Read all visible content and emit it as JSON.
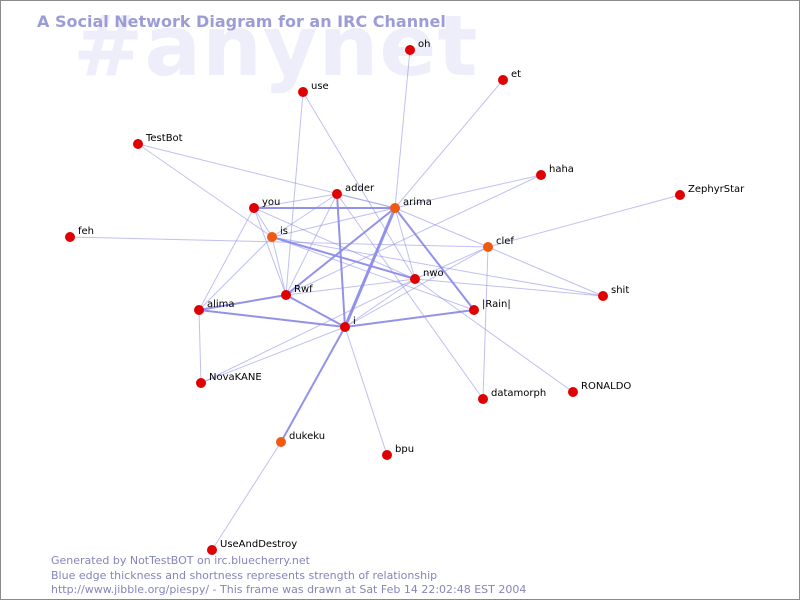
{
  "watermark": "#anynet",
  "title": "A Social Network Diagram for an IRC Channel",
  "footer": {
    "line1": "Generated by NotTestBOT on irc.bluecherry.net",
    "line2": "Blue edge thickness and shortness represents strength of relationship",
    "line3": "http://www.jibble.org/piespy/ - This frame was drawn at Sat Feb 14 22:02:48 EST 2004"
  },
  "colors": {
    "background": "#ffffff",
    "edge": "#8c8ce8",
    "node_red": "#e00000",
    "node_orange": "#f05a10",
    "title": "#9c9cd6",
    "watermark": "#eeeefb",
    "footer": "#8585bb"
  },
  "graph": {
    "nodes": [
      {
        "id": "oh",
        "label": "oh",
        "color": "red"
      },
      {
        "id": "et",
        "label": "et",
        "color": "red"
      },
      {
        "id": "use",
        "label": "use",
        "color": "red"
      },
      {
        "id": "TestBot",
        "label": "TestBot",
        "color": "red"
      },
      {
        "id": "haha",
        "label": "haha",
        "color": "red"
      },
      {
        "id": "ZephyrStar",
        "label": "ZephyrStar",
        "color": "red"
      },
      {
        "id": "adder",
        "label": "adder",
        "color": "red"
      },
      {
        "id": "arima",
        "label": "arima",
        "color": "orange"
      },
      {
        "id": "you",
        "label": "you",
        "color": "red"
      },
      {
        "id": "feh",
        "label": "feh",
        "color": "red"
      },
      {
        "id": "is",
        "label": "is",
        "color": "orange"
      },
      {
        "id": "clef",
        "label": "clef",
        "color": "orange"
      },
      {
        "id": "nwo",
        "label": "nwo",
        "color": "red"
      },
      {
        "id": "shit",
        "label": "shit",
        "color": "red"
      },
      {
        "id": "Rwf",
        "label": "Rwf",
        "color": "red"
      },
      {
        "id": "alima",
        "label": "alima",
        "color": "red"
      },
      {
        "id": "Rain",
        "label": "|Rain|",
        "color": "red"
      },
      {
        "id": "i",
        "label": "i",
        "color": "red"
      },
      {
        "id": "NovaKANE",
        "label": "NovaKANE",
        "color": "red"
      },
      {
        "id": "RONALDO",
        "label": "RONALDO",
        "color": "red"
      },
      {
        "id": "datamorph",
        "label": "datamorph",
        "color": "red"
      },
      {
        "id": "dukeku",
        "label": "dukeku",
        "color": "orange"
      },
      {
        "id": "bpu",
        "label": "bpu",
        "color": "red"
      },
      {
        "id": "UseAndDestroy",
        "label": "UseAndDestroy",
        "color": "red"
      }
    ],
    "edges": [
      {
        "from": "arima",
        "to": "i",
        "weight": 3
      },
      {
        "from": "i",
        "to": "Rain",
        "weight": 2
      },
      {
        "from": "i",
        "to": "alima",
        "weight": 2
      },
      {
        "from": "i",
        "to": "dukeku",
        "weight": 2
      },
      {
        "from": "Rwf",
        "to": "i",
        "weight": 2
      },
      {
        "from": "arima",
        "to": "Rain",
        "weight": 2
      },
      {
        "from": "arima",
        "to": "Rwf",
        "weight": 2
      },
      {
        "from": "you",
        "to": "arima",
        "weight": 2
      },
      {
        "from": "is",
        "to": "nwo",
        "weight": 2
      },
      {
        "from": "alima",
        "to": "Rwf",
        "weight": 2
      },
      {
        "from": "adder",
        "to": "i",
        "weight": 2
      },
      {
        "from": "arima",
        "to": "oh",
        "weight": 1
      },
      {
        "from": "arima",
        "to": "et",
        "weight": 1
      },
      {
        "from": "arima",
        "to": "haha",
        "weight": 1
      },
      {
        "from": "arima",
        "to": "clef",
        "weight": 1
      },
      {
        "from": "arima",
        "to": "is",
        "weight": 1
      },
      {
        "from": "arima",
        "to": "adder",
        "weight": 1
      },
      {
        "from": "arima",
        "to": "nwo",
        "weight": 1
      },
      {
        "from": "use",
        "to": "Rwf",
        "weight": 1
      },
      {
        "from": "use",
        "to": "nwo",
        "weight": 1
      },
      {
        "from": "TestBot",
        "to": "is",
        "weight": 1
      },
      {
        "from": "TestBot",
        "to": "arima",
        "weight": 1
      },
      {
        "from": "feh",
        "to": "clef",
        "weight": 1
      },
      {
        "from": "you",
        "to": "is",
        "weight": 1
      },
      {
        "from": "you",
        "to": "Rwf",
        "weight": 1
      },
      {
        "from": "you",
        "to": "alima",
        "weight": 1
      },
      {
        "from": "you",
        "to": "nwo",
        "weight": 1
      },
      {
        "from": "adder",
        "to": "is",
        "weight": 1
      },
      {
        "from": "adder",
        "to": "Rwf",
        "weight": 1
      },
      {
        "from": "adder",
        "to": "datamorph",
        "weight": 1
      },
      {
        "from": "adder",
        "to": "you",
        "weight": 1
      },
      {
        "from": "is",
        "to": "Rwf",
        "weight": 1
      },
      {
        "from": "is",
        "to": "alima",
        "weight": 1
      },
      {
        "from": "is",
        "to": "Rain",
        "weight": 1
      },
      {
        "from": "is",
        "to": "shit",
        "weight": 1
      },
      {
        "from": "nwo",
        "to": "Rwf",
        "weight": 1
      },
      {
        "from": "nwo",
        "to": "i",
        "weight": 1
      },
      {
        "from": "nwo",
        "to": "clef",
        "weight": 1
      },
      {
        "from": "nwo",
        "to": "shit",
        "weight": 1
      },
      {
        "from": "nwo",
        "to": "RONALDO",
        "weight": 1
      },
      {
        "from": "nwo",
        "to": "NovaKANE",
        "weight": 1
      },
      {
        "from": "clef",
        "to": "ZephyrStar",
        "weight": 1
      },
      {
        "from": "clef",
        "to": "i",
        "weight": 1
      },
      {
        "from": "clef",
        "to": "datamorph",
        "weight": 1
      },
      {
        "from": "clef",
        "to": "shit",
        "weight": 1
      },
      {
        "from": "haha",
        "to": "Rwf",
        "weight": 1
      },
      {
        "from": "i",
        "to": "NovaKANE",
        "weight": 1
      },
      {
        "from": "i",
        "to": "bpu",
        "weight": 1
      },
      {
        "from": "alima",
        "to": "NovaKANE",
        "weight": 1
      },
      {
        "from": "dukeku",
        "to": "UseAndDestroy",
        "weight": 1
      }
    ]
  }
}
